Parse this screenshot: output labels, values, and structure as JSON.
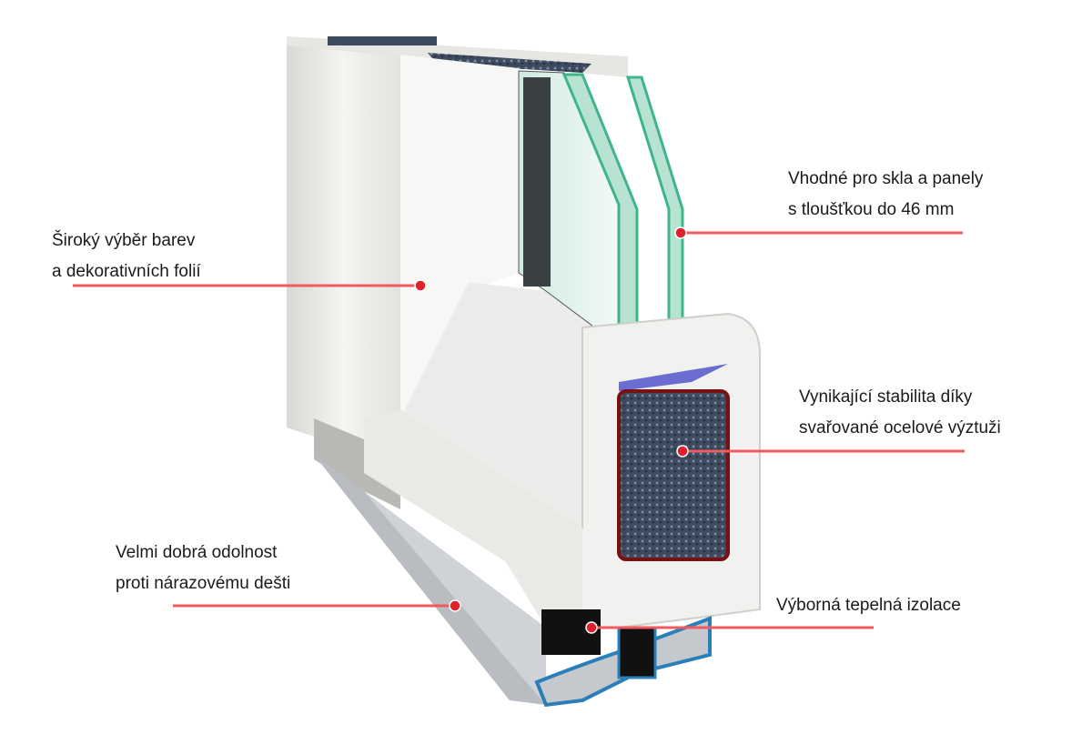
{
  "colors": {
    "line": "#f25a60",
    "dot": "#e0202a",
    "frame": "#eeeeea",
    "glass": "#3fb58a",
    "steel": "#3d4a5e",
    "thermal": "#2a7fb8"
  },
  "annotations": [
    {
      "id": "colors",
      "lines": [
        "Široký výběr barev",
        "a dekorativních folií"
      ]
    },
    {
      "id": "glazing",
      "lines": [
        "Vhodné pro skla a panely",
        "s tloušťkou do 46 mm"
      ]
    },
    {
      "id": "stability",
      "lines": [
        "Vynikající stabilita díky",
        "svařované ocelové výztuži"
      ]
    },
    {
      "id": "rain",
      "lines": [
        "Velmi dobrá odolnost",
        "proti nárazovému dešti"
      ]
    },
    {
      "id": "insulation",
      "lines": [
        "Výborná tepelná izolace"
      ]
    }
  ]
}
